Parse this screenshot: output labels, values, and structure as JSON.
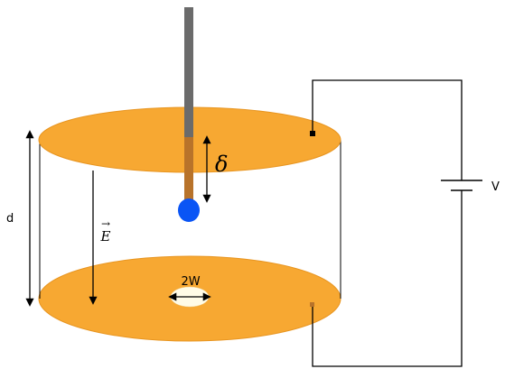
{
  "diagram": {
    "labels": {
      "d": "d",
      "delta": "δ",
      "E": "E",
      "E_arrow": "→",
      "V": "V",
      "w": "2W"
    },
    "colors": {
      "plate": "#f7a832",
      "plate_edge": "#e89520",
      "probe": "#6b6b6b",
      "probe_inside": "#b8732a",
      "tip": "#0a55f5",
      "wire": "#000000",
      "hole": "#fffbe6"
    }
  }
}
